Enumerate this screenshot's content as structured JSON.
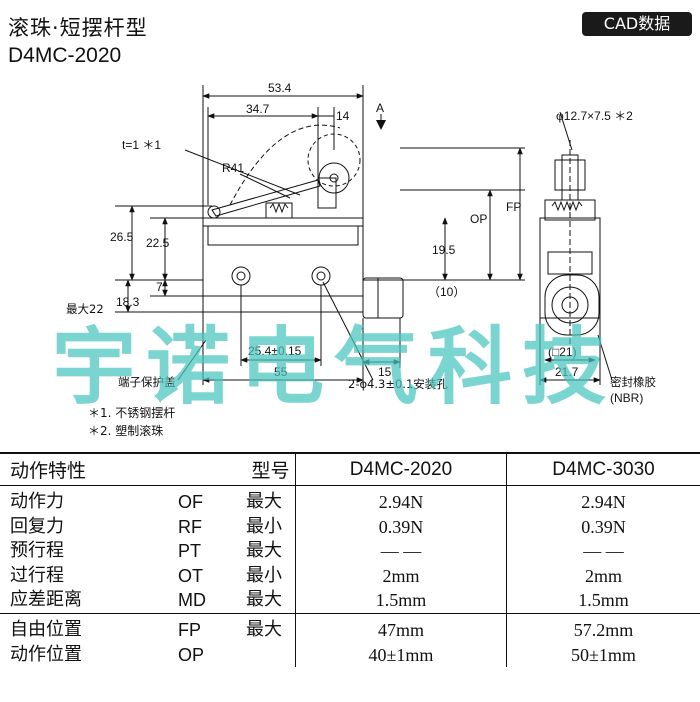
{
  "header": {
    "title_line1": "滚珠·短摆杆型",
    "title_line2": "D4MC-2020",
    "cad_badge": "CAD数据"
  },
  "drawing": {
    "dims": {
      "overall_length": "53.4",
      "lever_length": "34.7",
      "roller_offset": "14",
      "arrow_a": "A",
      "roller_dia": "φ12.7×7.5 ＊2",
      "lever_thickness": "t=1 ＊1",
      "radius": "R41",
      "op": "OP",
      "fp": "FP",
      "h265": "26.5",
      "h225": "22.5",
      "h195": "19.5",
      "h7": "7",
      "h183": "18.3",
      "max22": "最大22",
      "paren10": "（10）",
      "hole_pitch": "25.4±0.15",
      "body_length": "55",
      "h15": "15",
      "mount_holes": "2-φ4.3±0.1安装孔",
      "terminal_cover": "端子保护盖",
      "side21": "(□21)",
      "side217": "21.7",
      "seal": "密封橡胶",
      "nbr": "(NBR)"
    },
    "notes": [
      "＊1. 不锈钢摆杆",
      "＊2. 塑制滚珠"
    ]
  },
  "watermark": "宇诺电气科技",
  "spec_table": {
    "header_label": "动作特性",
    "header_type": "型号",
    "models": [
      "D4MC-2020",
      "D4MC-3030"
    ],
    "group1": [
      {
        "name": "动作力",
        "abbr": "OF",
        "limit": "最大",
        "v1": "2.94N",
        "v2": "2.94N"
      },
      {
        "name": "回复力",
        "abbr": "RF",
        "limit": "最小",
        "v1": "0.39N",
        "v2": "0.39N"
      },
      {
        "name": "预行程",
        "abbr": "PT",
        "limit": "最大",
        "v1": "— —",
        "v2": "— —"
      },
      {
        "name": "过行程",
        "abbr": "OT",
        "limit": "最小",
        "v1": "2mm",
        "v2": "2mm"
      },
      {
        "name": "应差距离",
        "abbr": "MD",
        "limit": "最大",
        "v1": "1.5mm",
        "v2": "1.5mm"
      }
    ],
    "group2": [
      {
        "name": "自由位置",
        "abbr": "FP",
        "limit": "最大",
        "v1": "47mm",
        "v2": "57.2mm"
      },
      {
        "name": "动作位置",
        "abbr": "OP",
        "limit": "",
        "v1": "40±1mm",
        "v2": "50±1mm"
      }
    ]
  }
}
